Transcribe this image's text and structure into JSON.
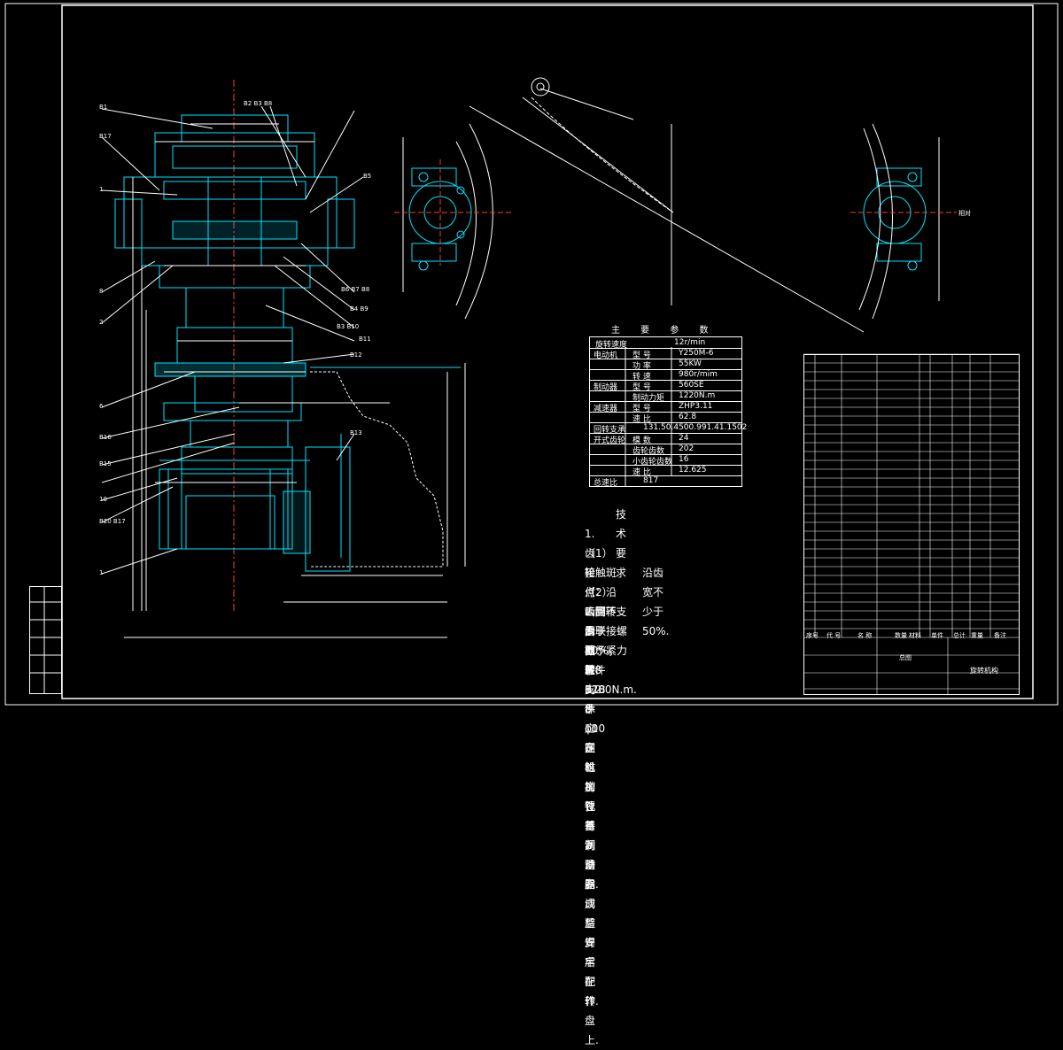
{
  "params_title": "主 要 参 数",
  "params_header": {
    "c1": "旋转速度",
    "c2": "12r/min"
  },
  "params_rows": [
    {
      "group": "电动机",
      "label": "型 号",
      "value": "Y250M-6"
    },
    {
      "group": "",
      "label": "功 率",
      "value": "55KW"
    },
    {
      "group": "",
      "label": "转 速",
      "value": "980r/mim"
    },
    {
      "group": "制动器",
      "label": "型 号",
      "value": "560SE"
    },
    {
      "group": "",
      "label": "制动力矩",
      "value": "1220N.m"
    },
    {
      "group": "减速器",
      "label": "型 号",
      "value": "ZHP3.11"
    },
    {
      "group": "",
      "label": "速 比",
      "value": "62.8"
    },
    {
      "group": "回转支承",
      "label": "",
      "value": "131.50.4500.991.41.1502"
    },
    {
      "group": "开式齿轮",
      "label": "模 数",
      "value": "24"
    },
    {
      "group": "",
      "label": "齿轮齿数",
      "value": "202"
    },
    {
      "group": "",
      "label": "小齿轮齿数",
      "value": "16"
    },
    {
      "group": "",
      "label": "速 比",
      "value": "12.625"
    },
    {
      "group": "总速比",
      "label": "",
      "value": "817"
    }
  ],
  "req_title": "技术要求",
  "requirements": [
    "1.齿轮付啮合要求:",
    "（1）接触斑点：沿齿高不少于40%；",
    "沿齿宽不少于50%.",
    "（2）齿侧间隙：0.8-1.2.",
    "2.回转支承联接螺栓予紧力距3200N.m.",
    "3.回转支承应定时加锂基润滑脂.",
    "4.件6,件10在机构位置调整完成后焊牢在转盘上.",
    "5.件B18 8-φ10圆锥销孔待制动器调整安后配作."
  ],
  "callouts": [
    "B1",
    "B17",
    "1",
    "8",
    "2",
    "6",
    "B16",
    "B15",
    "10",
    "B20 B17",
    "1",
    "B5",
    "B6 B7 B8",
    "B4 B9",
    "B3 B10",
    "B11",
    "B12",
    "B13",
    "B2 B3 B8"
  ],
  "right_label": "相对",
  "bom_footer": [
    "序号",
    "代 号",
    "名 称",
    "数量",
    "材料",
    "单件",
    "总计",
    "重量",
    "备注"
  ],
  "title_block": {
    "center": "旋转机构",
    "name": "总图"
  },
  "colors": {
    "line": "#00e5ff",
    "line2": "#ffffff",
    "bg": "#000000",
    "accent": "#ff3b3b"
  }
}
